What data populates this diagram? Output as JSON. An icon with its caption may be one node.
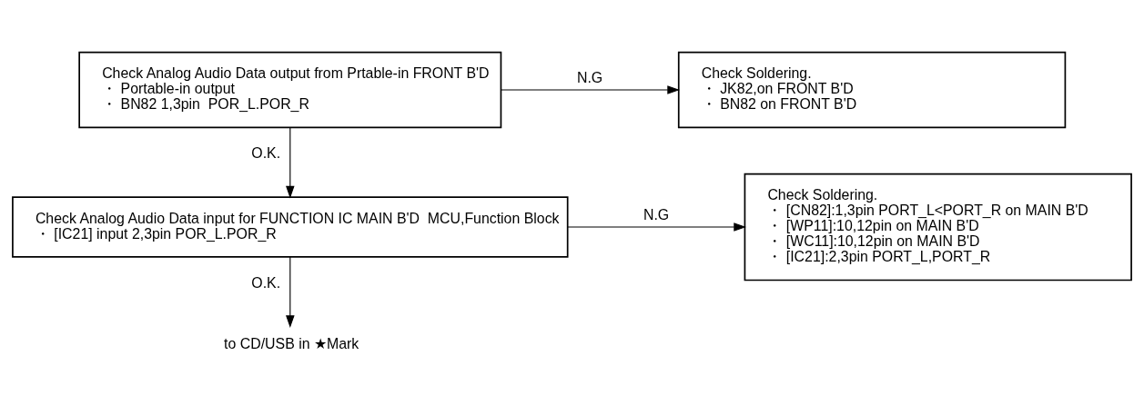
{
  "diagram": {
    "nodes": [
      {
        "text": [
          "Check Analog Audio Data output from Prtable-in FRONT B'D",
          "・ Portable-in output",
          "・ BN82 1,3pin  POR_L.POR_R"
        ]
      },
      {
        "text": [
          "Check Soldering.",
          "・ JK82,on FRONT B'D",
          "・ BN82 on FRONT B'D"
        ]
      },
      {
        "text": [
          "Check Analog Audio Data input for FUNCTION IC MAIN B'D  MCU,Function Block",
          "・ [IC21] input 2,3pin POR_L.POR_R"
        ]
      },
      {
        "text": [
          "Check Soldering.",
          "・ [CN82]:1,3pin PORT_L<PORT_R on MAIN B'D",
          "・ [WP11]:10,12pin on MAIN B'D",
          "・ [WC11]:10,12pin on MAIN B'D",
          "・ [IC21]:2,3pin PORT_L,PORT_R"
        ]
      },
      {
        "text": [
          "to CD/USB in ★Mark"
        ]
      }
    ],
    "edges": [
      {
        "from": 0,
        "to": 1,
        "arrow": "to",
        "label": "N.G"
      },
      {
        "from": 0,
        "to": 2,
        "arrow": "to",
        "label": "O.K."
      },
      {
        "from": 2,
        "to": 3,
        "arrow": "to",
        "label": "N.G"
      },
      {
        "from": 2,
        "to": 4,
        "arrow": "to",
        "label": "O.K."
      }
    ]
  }
}
